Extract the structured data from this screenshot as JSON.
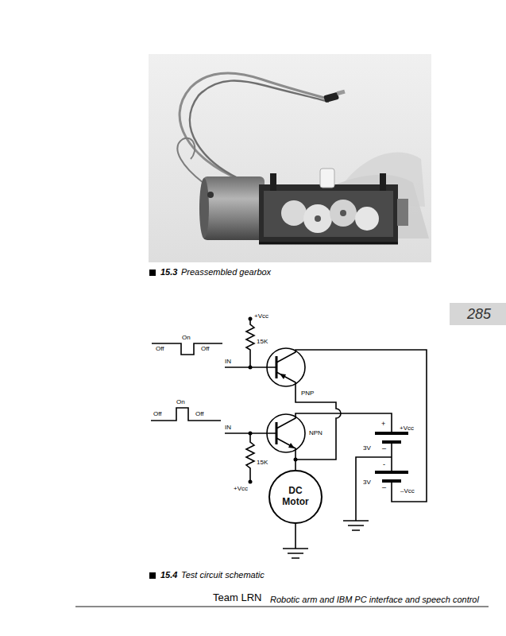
{
  "diagram": {
    "nodes": [
      {
        "text": [
          "DC Motor"
        ]
      }
    ],
    "labels": [
      "15.3",
      "Preassembled gearbox",
      "285",
      "+Vcc",
      "15K",
      "On",
      "Off",
      "Off",
      "IN",
      "PNP",
      "On",
      "Off",
      "Off",
      "IN",
      "NPN",
      "15K",
      "+Vcc",
      "+",
      "+Vcc",
      "3V",
      "–",
      "-",
      "3V",
      "–",
      "–Vcc",
      "15.4",
      "Test circuit schematic",
      "Team LRN",
      "Robotic arm and IBM PC interface and speech control"
    ]
  }
}
